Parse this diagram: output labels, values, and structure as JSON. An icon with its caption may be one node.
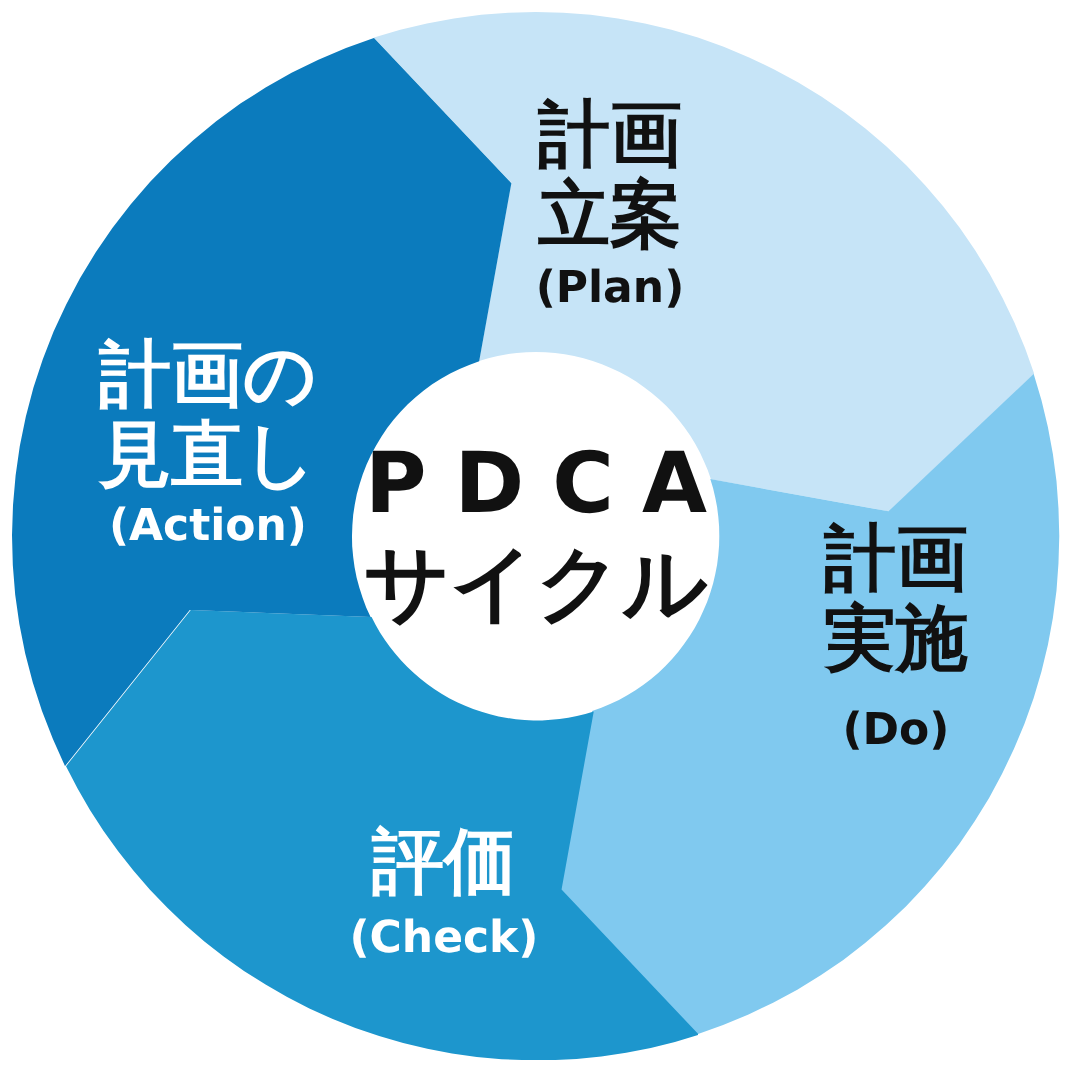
{
  "diagram": {
    "nodes": [
      {
        "text": [
          "PDCA",
          "サイクル"
        ]
      },
      {
        "text": [
          "計画立案",
          "(Plan)"
        ]
      },
      {
        "text": [
          "計画実施",
          "(Do)"
        ]
      },
      {
        "text": [
          "評価",
          "(Check)"
        ]
      },
      {
        "text": [
          "計画の見直し",
          "(Action)"
        ]
      }
    ]
  }
}
